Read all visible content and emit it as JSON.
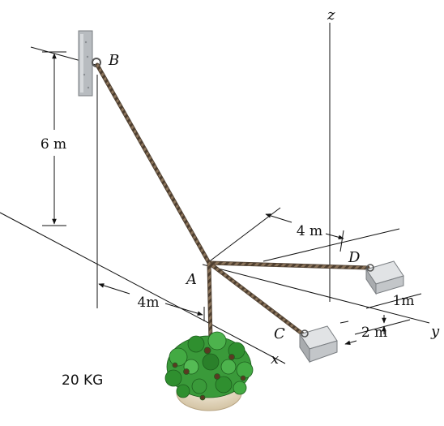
{
  "labels": {
    "point_a": "A",
    "point_b": "B",
    "point_c": "C",
    "point_d": "D",
    "axis_x": "x",
    "axis_y": "y",
    "axis_z": "z"
  },
  "dimensions": {
    "height_b": "6 m",
    "dist_4m_top": "4 m",
    "dist_4m_bottom": "4m",
    "dist_1m": "1m",
    "dist_2m": "2 m"
  },
  "mass_label": "20 KG",
  "colors": {
    "line": "#111111",
    "wall_plate": "#b8bcc0",
    "bracket": "#c9cbcd",
    "rope": "#6e5a45",
    "foliage": "#2f8f2f",
    "pot": "#eadfc8"
  }
}
